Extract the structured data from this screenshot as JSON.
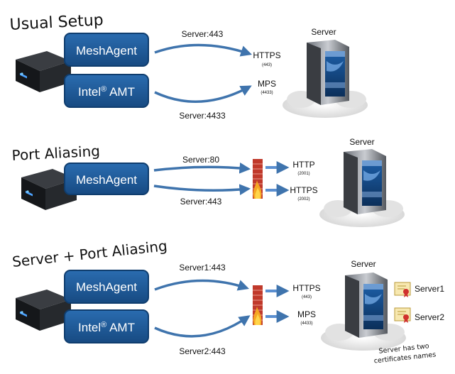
{
  "colors": {
    "button_fill": "#1f5a9a",
    "button_border": "#0f3d6e",
    "arrow": "#3f74ad",
    "text": "#111111"
  },
  "icons": {
    "device": "mini-pc-icon",
    "server": "server-tower-icon",
    "firewall": "firewall-icon",
    "certificate": "certificate-icon"
  },
  "sections": [
    {
      "title": "Usual Setup",
      "agent_label": "MeshAgent",
      "amt_label": "Intel",
      "amt_reg": "®",
      "amt_suffix": " AMT",
      "route_top": "Server:443",
      "route_bottom": "Server:4433",
      "proto_top": "HTTPS",
      "port_top": "(443)",
      "proto_bottom": "MPS",
      "port_bottom": "(4433)",
      "server_label": "Server"
    },
    {
      "title": "Port Aliasing",
      "agent_label": "MeshAgent",
      "route_top": "Server:80",
      "route_bottom": "Server:443",
      "proto_top": "HTTP",
      "port_top": "(2001)",
      "proto_bottom": "HTTPS",
      "port_bottom": "(2002)",
      "server_label": "Server"
    },
    {
      "title": "Server + Port Aliasing",
      "agent_label": "MeshAgent",
      "amt_label": "Intel",
      "amt_reg": "®",
      "amt_suffix": " AMT",
      "route_top": "Server1:443",
      "route_bottom": "Server2:443",
      "proto_top": "HTTPS",
      "port_top": "(443)",
      "proto_bottom": "MPS",
      "port_bottom": "(4433)",
      "server_label": "Server",
      "cert_top": "Server1",
      "cert_bottom": "Server2",
      "note_line1": "Server has two",
      "note_line2": "certificates names"
    }
  ]
}
